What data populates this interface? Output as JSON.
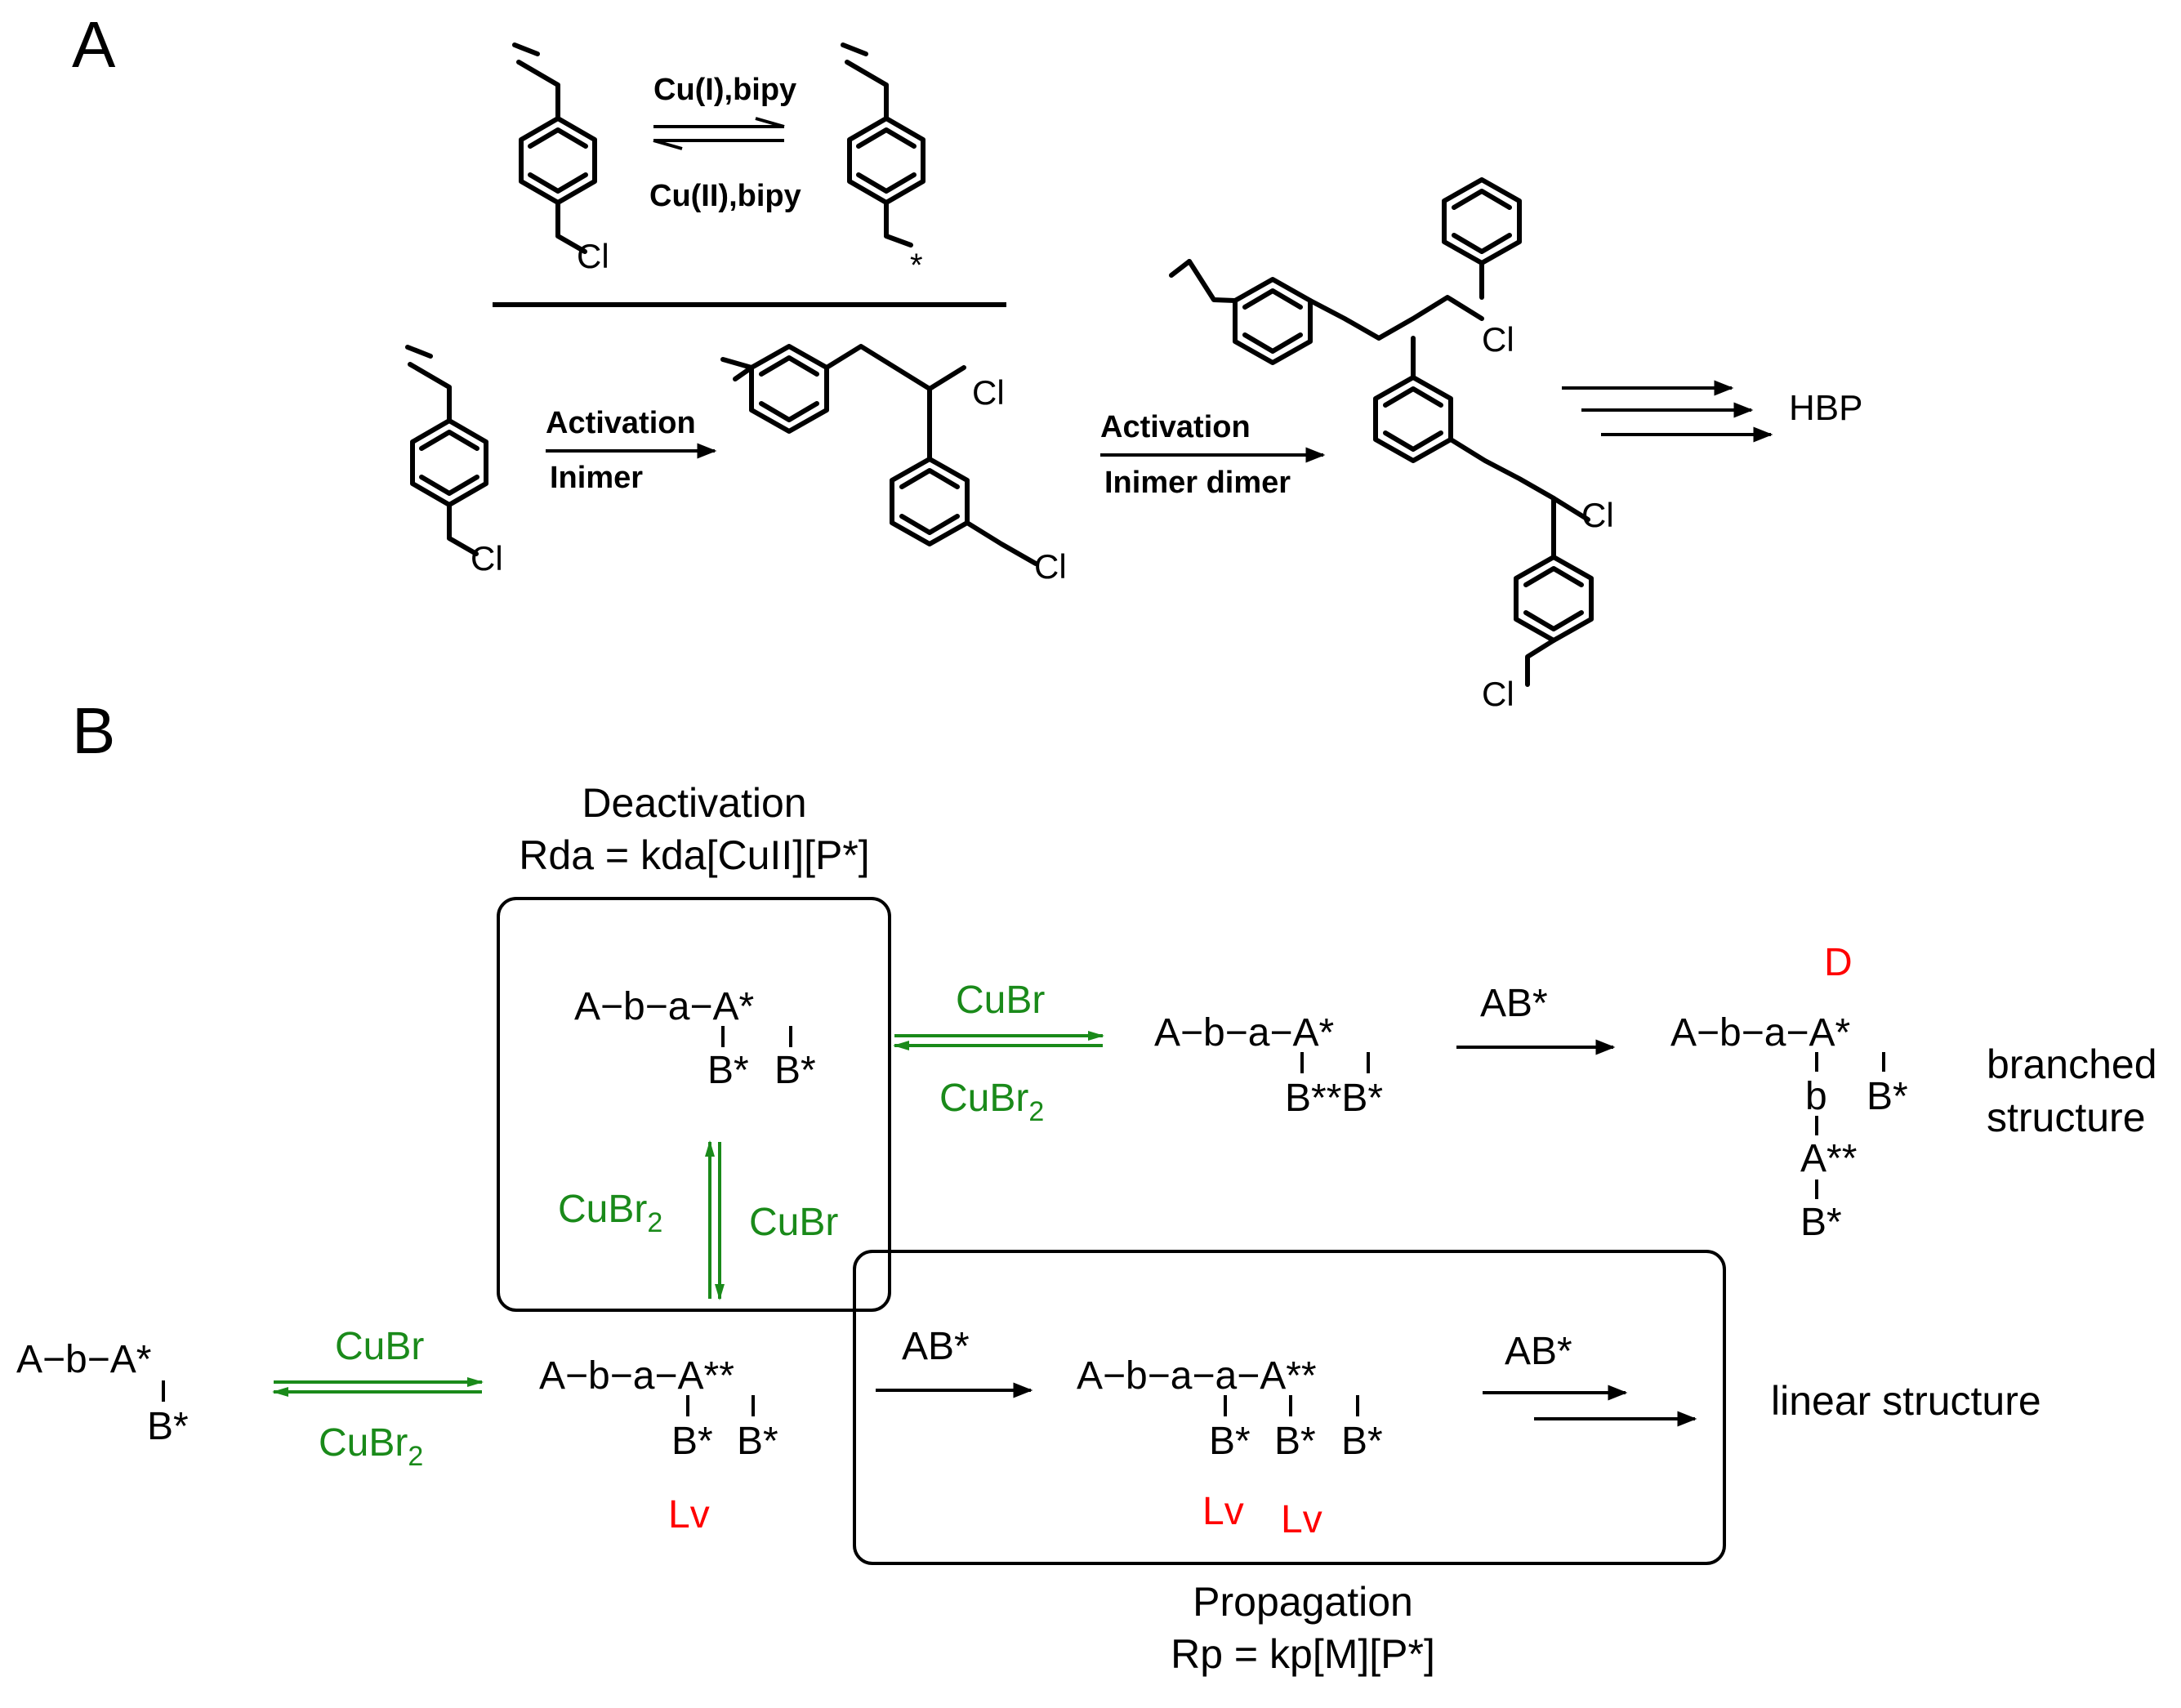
{
  "panel_a": {
    "label": "A",
    "eq_top_label": "Cu(I),bipy",
    "eq_bottom_label": "Cu(II),bipy",
    "cl": "Cl",
    "radical": "*",
    "step1_top": "Activation",
    "step1_bottom": "Inimer",
    "step2_top": "Activation",
    "step2_bottom": "Inimer dimer",
    "product": "HBP"
  },
  "panel_b": {
    "label": "B",
    "deactivation_title": "Deactivation",
    "deactivation_rate": "Rda = kda[CuII][P*]",
    "propagation_title": "Propagation",
    "propagation_rate": "Rp = kp[M][P*]",
    "cubr": "CuBr",
    "cubr2": "CuBr",
    "cubr2_sub": "2",
    "ab_star": "AB*",
    "lv": "Lv",
    "d_mark": "D",
    "branched_1": "branched",
    "branched_2": "structure",
    "linear": "linear structure",
    "s1_row": "A−b−A*",
    "s1_sub": "B*",
    "s2_row": "A−b−a−A**",
    "s2_sub1": "B*",
    "s2_sub2": "B*",
    "s3_row": "A−b−a−a−A**",
    "s3_sub1": "B*",
    "s3_sub2": "B*",
    "s3_sub3": "B*",
    "s4_row": "A−b−a−A*",
    "s4_sub1": "B*",
    "s4_sub2": "B*",
    "s5_row": "A−b−a−A*",
    "s5_sub": "B**B*",
    "s6_row": "A−b−a−A*",
    "s6_b": "b",
    "s6_sub": "B*",
    "s6_a2": "A**",
    "s6_b2": "B*"
  },
  "colors": {
    "green": "#1a8a1a",
    "red": "#ff0000"
  }
}
